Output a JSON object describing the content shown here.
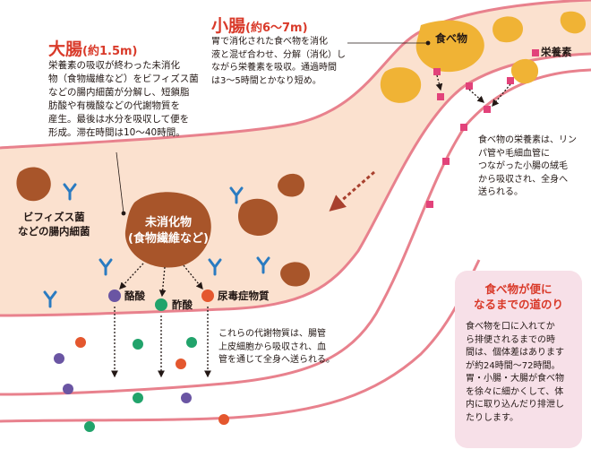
{
  "large_intestine": {
    "title": "大腸",
    "size": "(約1.5m)",
    "lines": [
      "栄養素の吸収が終わった未消化",
      "物（食物繊維など）をビフィズス菌",
      "などの腸内細菌が分解し、短鎖脂",
      "肪酸や有機酸などの代謝物質を",
      "産生。最後は水分を吸収して便を",
      "形成。滞在時間は10〜40時間。"
    ]
  },
  "small_intestine": {
    "title": "小腸",
    "size": "(約6〜7m)",
    "lines": [
      "胃で消化された食べ物を消化",
      "液と混ぜ合わせ、分解（消化）し",
      "ながら栄養素を吸収。通過時間",
      "は3〜5時間とかなり短め。"
    ]
  },
  "food_label": "食べ物",
  "nutrient_label": "栄養素",
  "absorption_note": {
    "lines": [
      "食べ物の栄養素は、リン",
      "パ管や毛細血管に",
      "つながった小腸の絨毛",
      "から吸収され、全身へ",
      "送られる。"
    ]
  },
  "bacteria_label": [
    "ビフィズス菌",
    "などの腸内細菌"
  ],
  "undigested_label": [
    "未消化物",
    "(食物繊維など)"
  ],
  "metabolites": {
    "butyric": "酪酸",
    "acetic": "酢酸",
    "uremic": "尿毒症物質",
    "colors": {
      "purple": "#6a55a3",
      "green": "#21a36b",
      "orange": "#e4572e"
    }
  },
  "metabolite_note": {
    "lines": [
      "これらの代謝物質は、腸管",
      "上皮細胞から吸収され、血",
      "管を通じて全身へ送られる。"
    ]
  },
  "info": {
    "title": [
      "食べ物が便に",
      "なるまでの道のり"
    ],
    "lines": [
      "食べ物を口に入れてか",
      "ら排便されるまでの時",
      "間は、個体差はあります",
      "が約24時間〜72時間。",
      "胃・小腸・大腸が食べ物",
      "を徐々に細かくして、体",
      "内に取り込んだり排泄し",
      "たりします。"
    ]
  },
  "colors": {
    "intestine": "#fbe1cf",
    "wall": "#e8818d",
    "food": "#f0b335",
    "stool": "#a8552a",
    "nutrient": "#e2427a",
    "bacteria": "#2a7bc1",
    "title_red": "#d93a2a",
    "info_bg": "#f7e0e8"
  }
}
